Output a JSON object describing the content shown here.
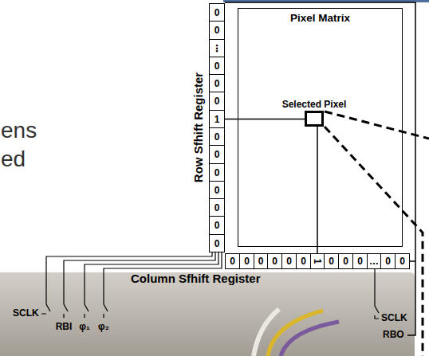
{
  "diagram": {
    "nodes": [
      {
        "text": [
          "Pixel Matrix"
        ]
      },
      {
        "text": [
          "Selected Pixel"
        ],
        "in": 0
      },
      {
        "text": [
          "Row Sfhift Register"
        ]
      },
      {
        "text": [
          "0"
        ],
        "in": 2
      },
      {
        "text": [
          "0"
        ],
        "in": 2
      },
      {
        "text": [
          "⋮"
        ],
        "in": 2
      },
      {
        "text": [
          "0"
        ],
        "in": 2
      },
      {
        "text": [
          "0"
        ],
        "in": 2
      },
      {
        "text": [
          "0"
        ],
        "in": 2
      },
      {
        "text": [
          "1"
        ],
        "in": 2
      },
      {
        "text": [
          "0"
        ],
        "in": 2
      },
      {
        "text": [
          "0"
        ],
        "in": 2
      },
      {
        "text": [
          "0"
        ],
        "in": 2
      },
      {
        "text": [
          "0"
        ],
        "in": 2
      },
      {
        "text": [
          "0"
        ],
        "in": 2
      },
      {
        "text": [
          "0"
        ],
        "in": 2
      },
      {
        "text": [
          "0"
        ],
        "in": 2
      },
      {
        "text": [
          "Column Sfhift Register"
        ]
      },
      {
        "text": [
          "0"
        ],
        "in": 17
      },
      {
        "text": [
          "0"
        ],
        "in": 17
      },
      {
        "text": [
          "0"
        ],
        "in": 17
      },
      {
        "text": [
          "0"
        ],
        "in": 17
      },
      {
        "text": [
          "0"
        ],
        "in": 17
      },
      {
        "text": [
          "0"
        ],
        "in": 17
      },
      {
        "text": [
          "1"
        ],
        "in": 17
      },
      {
        "text": [
          "0"
        ],
        "in": 17
      },
      {
        "text": [
          "0"
        ],
        "in": 17
      },
      {
        "text": [
          "0"
        ],
        "in": 17
      },
      {
        "text": [
          "…"
        ],
        "in": 17
      },
      {
        "text": [
          "0"
        ],
        "in": 17
      },
      {
        "text": [
          "0"
        ],
        "in": 17
      }
    ],
    "edges": [
      {
        "from": 9,
        "to": 1,
        "arrow": "none"
      },
      {
        "from": 24,
        "to": 1,
        "arrow": "none"
      }
    ],
    "labels": [
      "ens",
      "ed",
      "SCLK",
      "RBI",
      "φ₁",
      "φ₂",
      "SCLK",
      "RBO"
    ]
  }
}
